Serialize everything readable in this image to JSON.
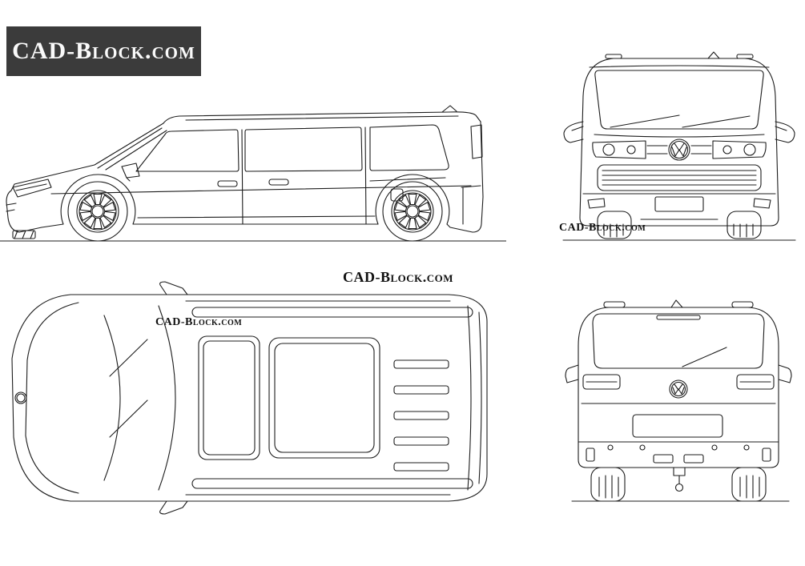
{
  "brand": {
    "header": "CAD-Block.com"
  },
  "watermarks": {
    "front": "CAD-Block.com",
    "center": "CAD-Block.com",
    "top": "CAD-Block.com"
  },
  "colors": {
    "page_bg": "#ffffff",
    "line": "#1c1c1c",
    "header_bg": "#3b3b3b",
    "header_text": "#fafafa",
    "watermark": "#111111"
  }
}
